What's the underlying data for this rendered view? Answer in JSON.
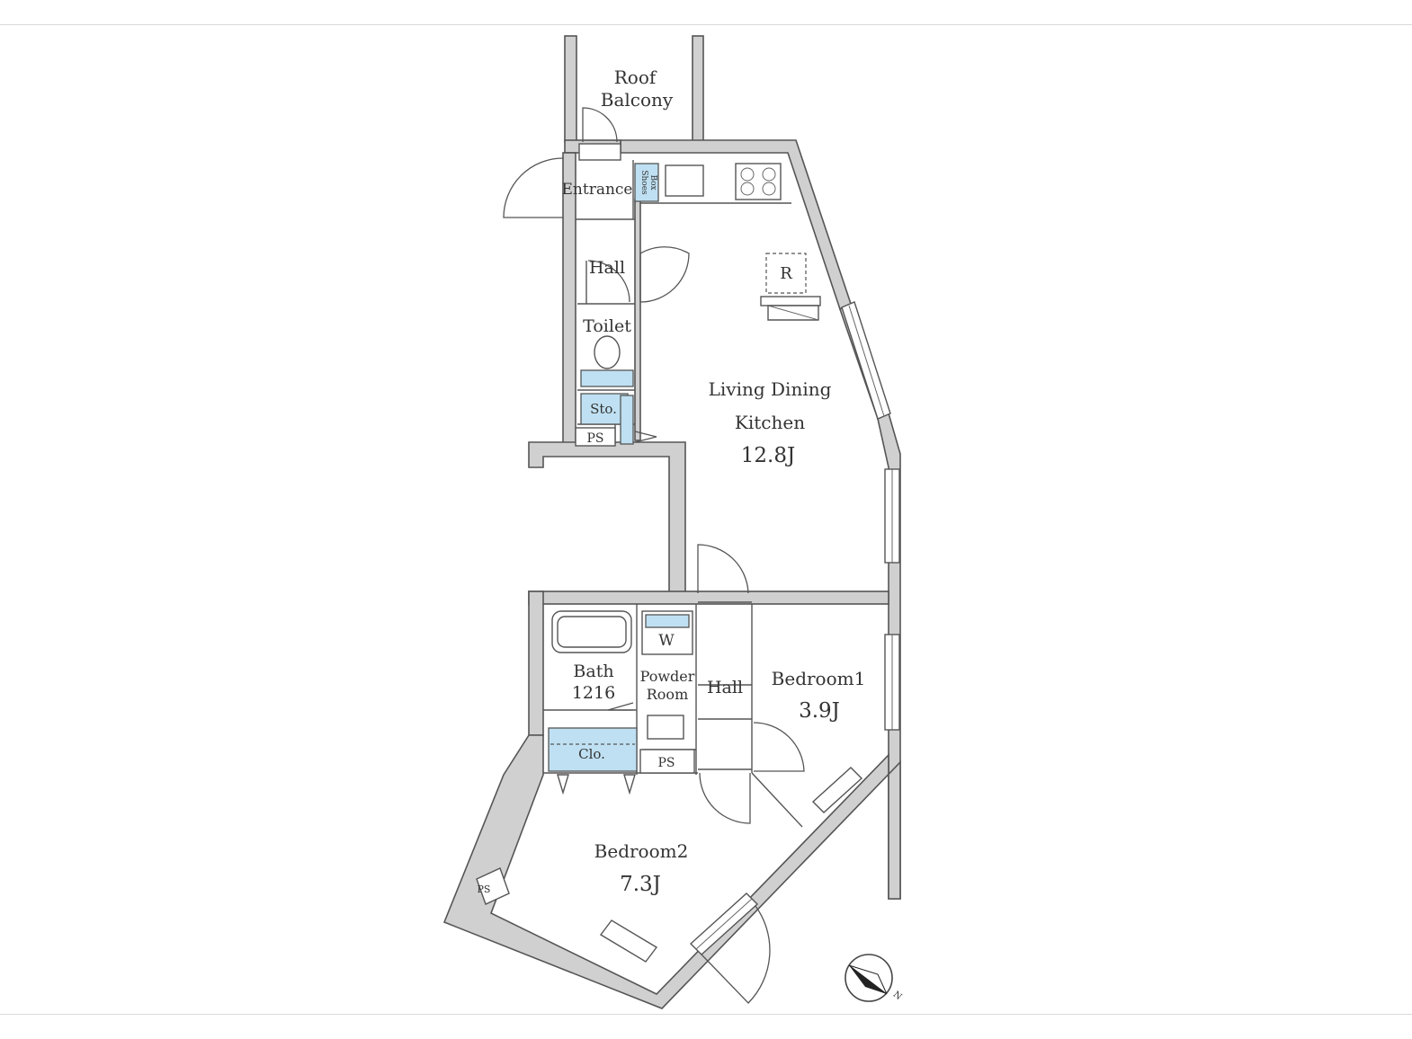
{
  "rooms": {
    "roof_balcony": [
      "Roof",
      "Balcony"
    ],
    "entrance": "Entrance",
    "shoes_box": [
      "Shoes",
      "Box"
    ],
    "hall_upper": "Hall",
    "toilet": "Toilet",
    "storage": "Sto.",
    "ps_upper": "PS",
    "ldk": {
      "name1": "Living Dining",
      "name2": "Kitchen",
      "size": "12.8J"
    },
    "refrigerator": "R",
    "bath": {
      "name": "Bath",
      "size": "1216"
    },
    "washer": "W",
    "powder_room": [
      "Powder",
      "Room"
    ],
    "hall_lower": "Hall",
    "closet": "Clo.",
    "ps_lower": "PS",
    "bedroom1": {
      "name": "Bedroom1",
      "size": "3.9J"
    },
    "bedroom2": {
      "name": "Bedroom2",
      "size": "7.3J"
    },
    "ps_bedroom2": "PS"
  },
  "compass": {
    "label": "N"
  },
  "colors": {
    "wall_fill": "#d0d0d0",
    "storage_fill": "#bfe0f2",
    "line": "#555555"
  }
}
